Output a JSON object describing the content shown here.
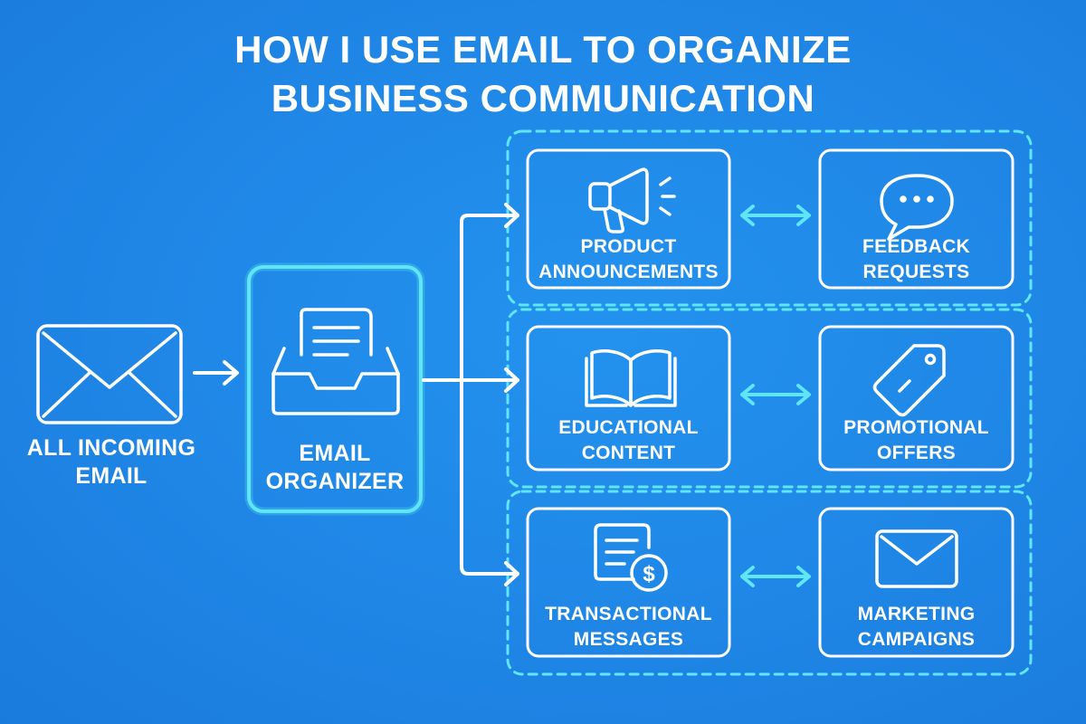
{
  "title": {
    "line1": "HOW I USE EMAIL TO ORGANIZE",
    "line2": "BUSINESS COMMUNICATION"
  },
  "source": {
    "line1": "ALL INCOMING",
    "line2": "EMAIL",
    "icon": "envelope-icon"
  },
  "organizer": {
    "line1": "EMAIL",
    "line2": "ORGANIZER",
    "icon": "inbox-tray-icon"
  },
  "categories": [
    {
      "line1": "PRODUCT",
      "line2": "ANNOUNCEMENTS",
      "icon": "megaphone-icon"
    },
    {
      "line1": "FEEDBACK",
      "line2": "REQUESTS",
      "icon": "chat-bubble-icon"
    },
    {
      "line1": "EDUCATIONAL",
      "line2": "CONTENT",
      "icon": "open-book-icon"
    },
    {
      "line1": "PROMOTIONAL",
      "line2": "OFFERS",
      "icon": "price-tag-icon"
    },
    {
      "line1": "TRANSACTIONAL",
      "line2": "MESSAGES",
      "icon": "invoice-dollar-icon"
    },
    {
      "line1": "MARKETING",
      "line2": "CAMPAIGNS",
      "icon": "envelope-icon"
    }
  ],
  "colors": {
    "background": "#1f86e6",
    "line": "#ffffff",
    "accent": "#5ee6f5"
  }
}
